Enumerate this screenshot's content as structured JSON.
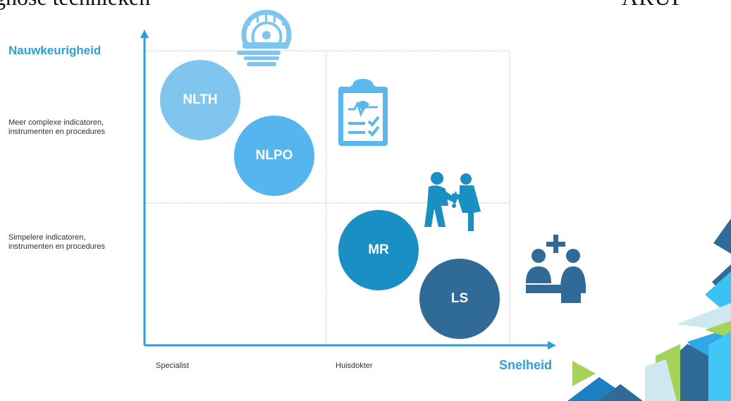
{
  "title": "gnose technieken",
  "logo_text": "ARUP",
  "axes": {
    "y_label": "Nauwkeurigheid",
    "x_label": "Snelheid",
    "y_descriptions": [
      "Meer complexe indicatoren, instrumenten en procedures",
      "Simpelere indicatoren, instrumenten en procedures"
    ],
    "x_ticks": [
      "Specialist",
      "Huisdokter"
    ]
  },
  "bubbles": [
    {
      "label": "NLTH",
      "color": "#7fc5ed"
    },
    {
      "label": "NLPO",
      "color": "#55b6ef"
    },
    {
      "label": "MR",
      "color": "#1a8fc4"
    },
    {
      "label": "LS",
      "color": "#2f6b96"
    }
  ],
  "icons": [
    "mri-scanner-icon",
    "clipboard-checklist-icon",
    "doctor-patient-icon",
    "consultation-icon"
  ],
  "colors": {
    "axis": "#2aa0dc",
    "label": "#2aa0dc",
    "icon_light": "#5ab8ee",
    "icon_dark": "#2f6b96"
  }
}
